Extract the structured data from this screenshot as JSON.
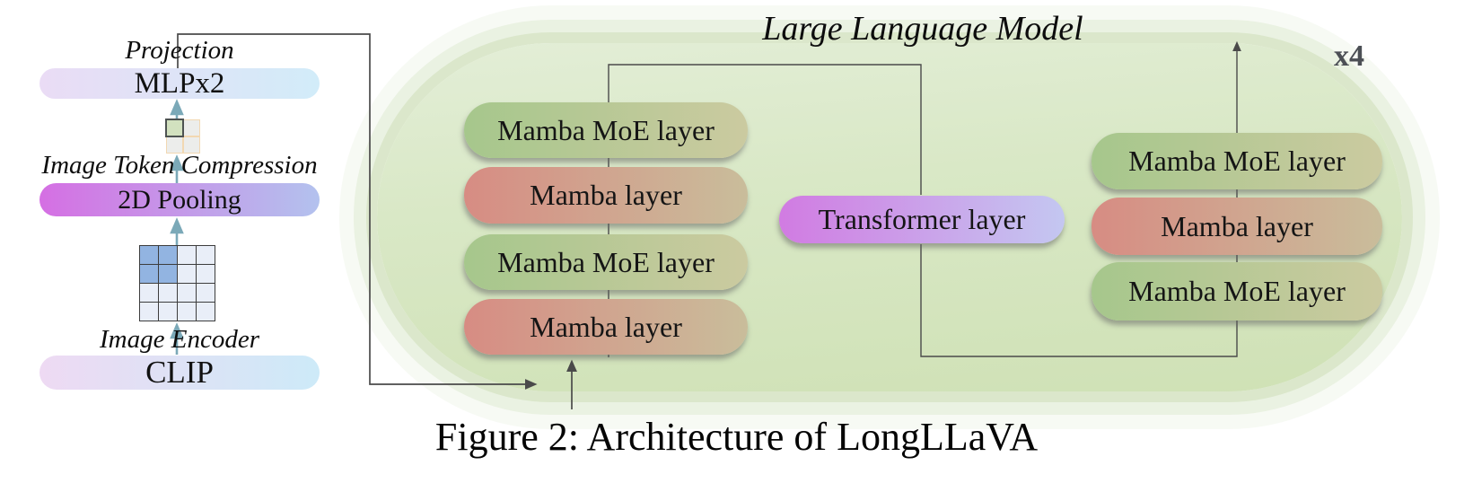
{
  "figure": {
    "caption": "Figure 2: Architecture of LongLLaVA"
  },
  "vision_pipeline": {
    "projection_label": "Projection",
    "projection_block": "MLPx2",
    "compression_label": "Image Token Compression",
    "compression_block": "2D Pooling",
    "encoder_label": "Image Encoder",
    "encoder_block": "CLIP"
  },
  "llm": {
    "title": "Large Language Model",
    "repeat_badge": "x4",
    "left_stack": [
      "Mamba MoE layer",
      "Mamba layer",
      "Mamba MoE layer",
      "Mamba layer"
    ],
    "center_block": "Transformer layer",
    "right_stack": [
      "Mamba MoE layer",
      "Mamba layer",
      "Mamba MoE layer"
    ]
  },
  "token_grid": {
    "rows": 4,
    "cols": 4,
    "highlighted_cells": [
      [
        0,
        0
      ],
      [
        0,
        1
      ],
      [
        1,
        0
      ],
      [
        1,
        1
      ]
    ]
  },
  "colors": {
    "mamba_moe_start": "#a6c78c",
    "mamba_moe_end": "#cbcaa0",
    "mamba_start": "#d78c83",
    "mamba_end": "#c9bd9b",
    "transformer_start": "#d17be2",
    "transformer_end": "#c4c7f1",
    "llm_bg_top": "#e3eed7",
    "llm_bg_bottom": "#cfe1b5",
    "arrow_teal": "#7ba9b8",
    "line_dark": "#4a4a4a",
    "grid_highlight": "#92b4e1",
    "grid_cell": "#e9eef8"
  }
}
